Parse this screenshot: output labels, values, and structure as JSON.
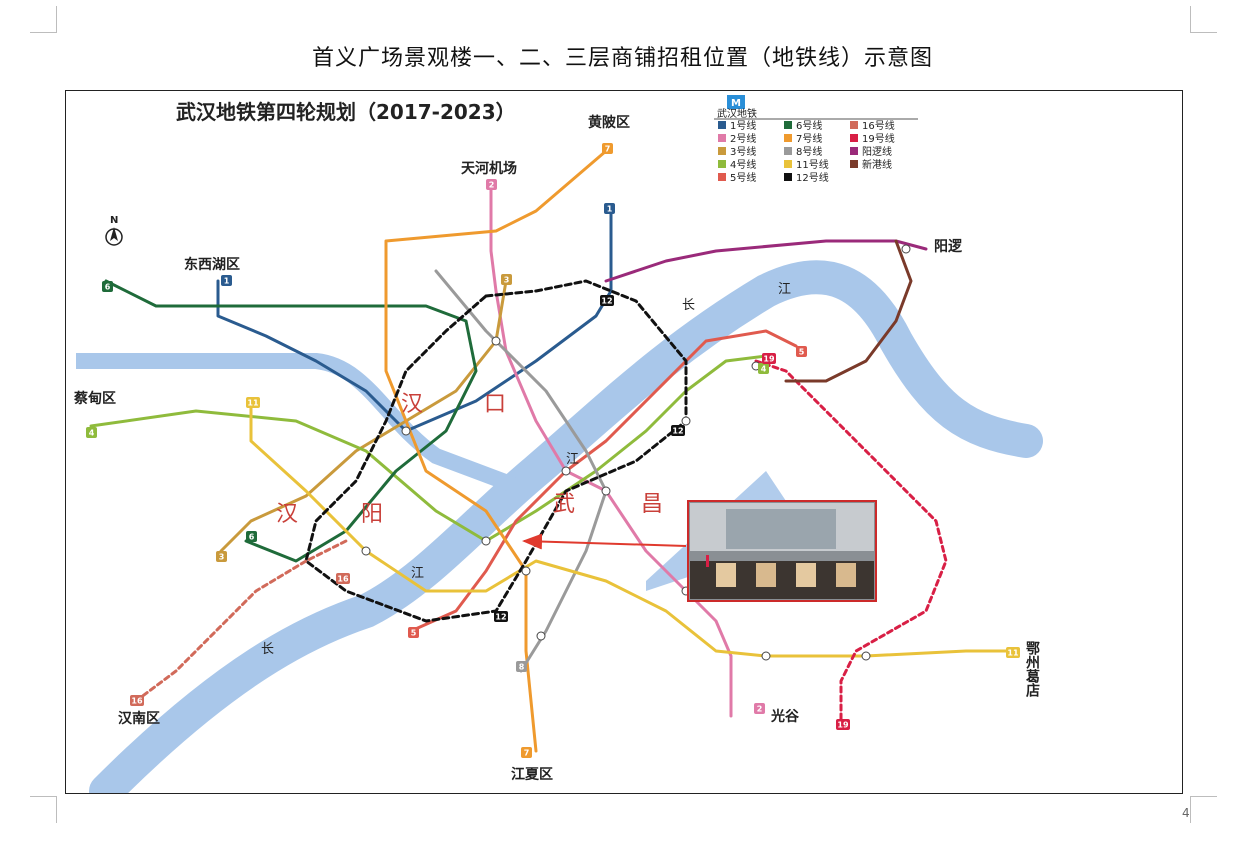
{
  "document": {
    "title": "首义广场景观楼一、二、三层商铺招租位置（地铁线）示意图",
    "page_number": "4"
  },
  "map": {
    "title": "武汉地铁第四轮规划（2017-2023）",
    "logo_text": "武汉地铁",
    "north_label": "N",
    "districts": [
      "黄陂区",
      "天河机场",
      "东西湖区",
      "蔡甸区",
      "汉南区",
      "江夏区",
      "光谷",
      "阳逻",
      "鄂州葛店"
    ],
    "big_labels": [
      "汉",
      "口",
      "汉",
      "阳",
      "武",
      "昌"
    ],
    "river_labels": [
      "长",
      "江",
      "长",
      "江",
      "江"
    ],
    "legend": [
      {
        "label": "1号线",
        "color": "#2a5b8f"
      },
      {
        "label": "2号线",
        "color": "#e07aa8"
      },
      {
        "label": "3号线",
        "color": "#c99a3c"
      },
      {
        "label": "4号线",
        "color": "#8fbb3c"
      },
      {
        "label": "5号线",
        "color": "#e05a4e"
      },
      {
        "label": "6号线",
        "color": "#1f6b3a"
      },
      {
        "label": "7号线",
        "color": "#ef9a2e"
      },
      {
        "label": "8号线",
        "color": "#9a9a9a"
      },
      {
        "label": "11号线",
        "color": "#e9c23a"
      },
      {
        "label": "12号线",
        "color": "#111111"
      },
      {
        "label": "16号线",
        "color": "#d16a5a"
      },
      {
        "label": "19号线",
        "color": "#d81f45"
      },
      {
        "label": "阳逻线",
        "color": "#9a2a7a"
      },
      {
        "label": "新港线",
        "color": "#7a3a2a"
      }
    ],
    "line_badges": [
      "1",
      "2",
      "3",
      "4",
      "5",
      "6",
      "7",
      "8",
      "11",
      "12",
      "16",
      "19"
    ],
    "colors": {
      "river": "#a9c7ea",
      "pointer_arrow": "#e03a2e",
      "photo_border": "#cc2a2a"
    }
  }
}
